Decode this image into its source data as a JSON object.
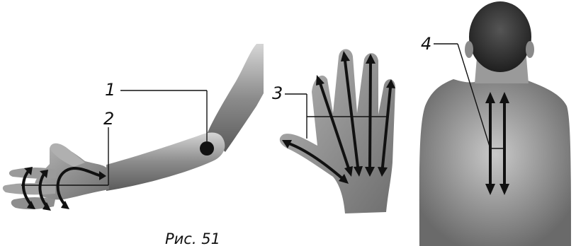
{
  "figure": {
    "caption": "Рис. 51",
    "labels": {
      "l1": "1",
      "l2": "2",
      "l3": "3",
      "l4": "4"
    }
  }
}
